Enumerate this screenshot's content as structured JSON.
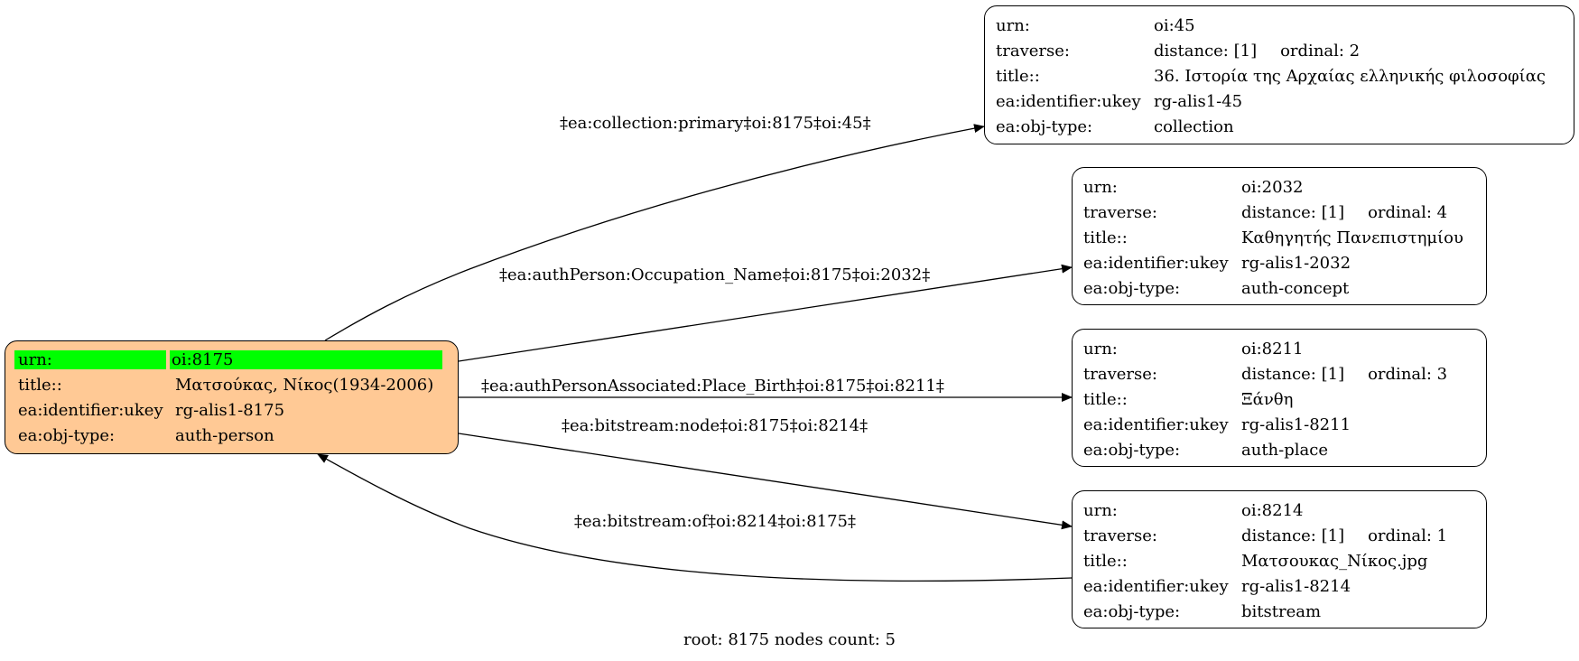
{
  "root_node": {
    "urn_key": "urn:",
    "urn_val": "oi:8175",
    "title_key": "title::",
    "title_val": "Ματσούκας, Νίκος(1934-2006)",
    "ukey_key": "ea:identifier:ukey",
    "ukey_val": "rg-alis1-8175",
    "type_key": "ea:obj-type:",
    "type_val": "auth-person",
    "fill_color": "#ffc995",
    "highlight_color": "#00ff00"
  },
  "nodes": [
    {
      "urn": "oi:45",
      "distance": "distance: [1]",
      "ordinal": "ordinal: 2",
      "title": "36. Ιστορία της Αρχαίας ελληνικής φιλοσοφίας",
      "ukey": "rg-alis1-45",
      "type": "collection"
    },
    {
      "urn": "oi:2032",
      "distance": "distance: [1]",
      "ordinal": "ordinal: 4",
      "title": "Καθηγητής Πανεπιστημίου",
      "ukey": "rg-alis1-2032",
      "type": "auth-concept"
    },
    {
      "urn": "oi:8211",
      "distance": "distance: [1]",
      "ordinal": "ordinal: 3",
      "title": "Ξάνθη",
      "ukey": "rg-alis1-8211",
      "type": "auth-place"
    },
    {
      "urn": "oi:8214",
      "distance": "distance: [1]",
      "ordinal": "ordinal: 1",
      "title": "Ματσουκας_Νίκος.jpg",
      "ukey": "rg-alis1-8214",
      "type": "bitstream"
    }
  ],
  "keys": {
    "urn": "urn:",
    "traverse": "traverse:",
    "title": "title::",
    "ukey": "ea:identifier:ukey",
    "type": "ea:obj-type:"
  },
  "edges": {
    "e1": "‡ea:collection:primary‡oi:8175‡oi:45‡",
    "e2": "‡ea:authPerson:Occupation_Name‡oi:8175‡oi:2032‡",
    "e3": "‡ea:authPersonAssociated:Place_Birth‡oi:8175‡oi:8211‡",
    "e4": "‡ea:bitstream:node‡oi:8175‡oi:8214‡",
    "e5": "‡ea:bitstream:of‡oi:8214‡oi:8175‡"
  },
  "caption": "root: 8175 nodes count: 5"
}
